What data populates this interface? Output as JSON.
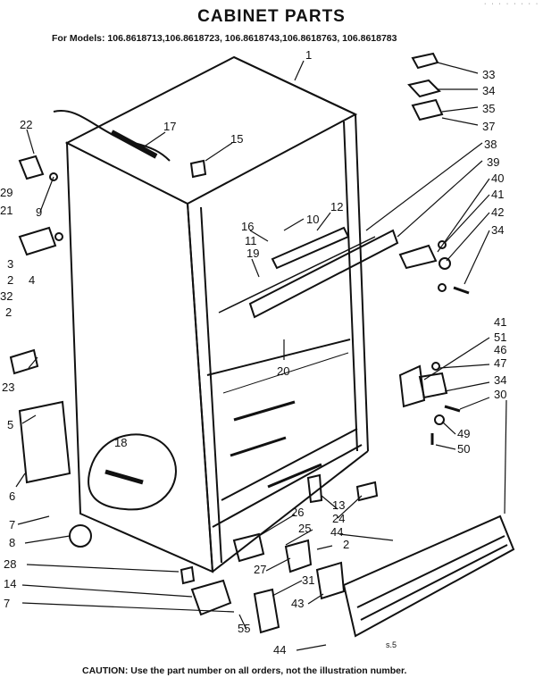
{
  "title": "CABINET PARTS",
  "models": "For Models: 106.8618713,106.8618723, 106.8618743,106.8618763, 106.8618783",
  "caution": "CAUTION: Use the part number on all orders, not the illustration number.",
  "corner_mark": "· · · · · · · ·",
  "drawing_mark": "s.5",
  "callouts": [
    "1",
    "33",
    "34",
    "35",
    "37",
    "38",
    "39",
    "40",
    "41",
    "42",
    "34",
    "41",
    "51",
    "46",
    "47",
    "34",
    "30",
    "49",
    "50",
    "22",
    "17",
    "15",
    "12",
    "10",
    "16",
    "11",
    "19",
    "20",
    "9",
    "29",
    "21",
    "3",
    "2",
    "4",
    "32",
    "2",
    "23",
    "5",
    "18",
    "6",
    "7",
    "8",
    "13",
    "24",
    "26",
    "25",
    "2",
    "44",
    "27",
    "28",
    "14",
    "31",
    "43",
    "7",
    "55",
    "44"
  ]
}
